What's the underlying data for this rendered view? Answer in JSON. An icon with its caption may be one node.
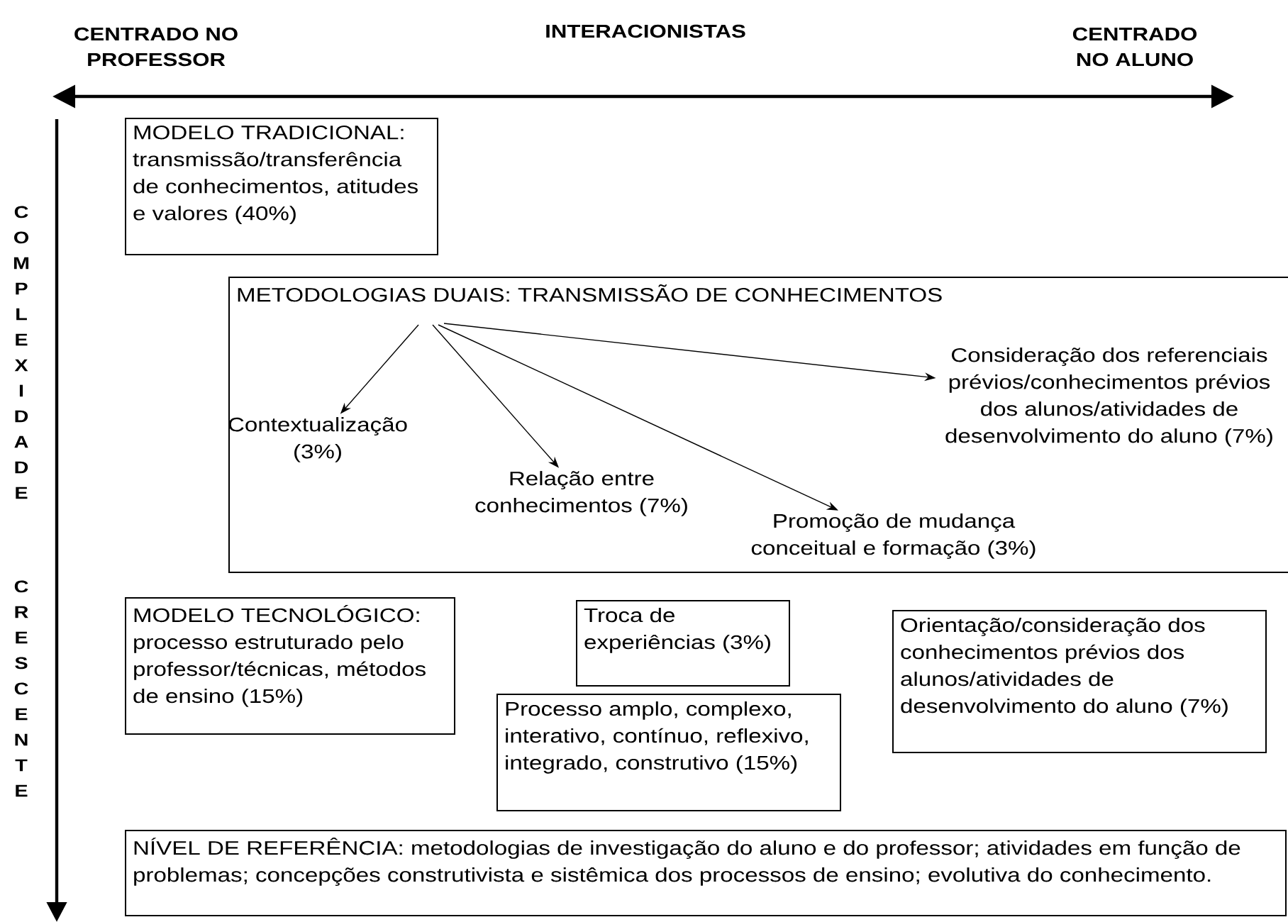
{
  "diagram": {
    "nodes": [
      {
        "text": [
          "MODELO TRADICIONAL:",
          "transmissão/transferência de conhecimentos, atitudes e valores (40%)"
        ]
      },
      {
        "text": [
          "METODOLOGIAS DUAIS: TRANSMISSÃO DE CONHECIMENTOS"
        ]
      },
      {
        "text": [
          "Contextualização (3%)"
        ],
        "in": 1
      },
      {
        "text": [
          "Relação entre conhecimentos (7%)"
        ],
        "in": 1
      },
      {
        "text": [
          "Promoção de mudança conceitual e formação (3%)"
        ],
        "in": 1
      },
      {
        "text": [
          "Consideração dos referenciais prévios/conhecimentos prévios dos alunos/atividades de desenvolvimento do aluno (7%)"
        ],
        "in": 1
      },
      {
        "text": [
          "MODELO TECNOLÓGICO:",
          "processo estruturado pelo professor/técnicas, métodos de ensino (15%)"
        ]
      },
      {
        "text": [
          "Troca de experiências (3%)"
        ]
      },
      {
        "text": [
          "Processo amplo, complexo, interativo, contínuo, reflexivo, integrado, construtivo (15%)"
        ]
      },
      {
        "text": [
          "Orientação/consideração dos conhecimentos prévios dos alunos/atividades de desenvolvimento do aluno (7%)"
        ]
      },
      {
        "text": [
          "NÍVEL DE REFERÊNCIA: metodologias de investigação do aluno e do professor; atividades em função de problemas; concepções construtivista e sistêmica dos processos de ensino; evolutiva do conhecimento."
        ]
      }
    ],
    "edges": [
      {
        "from": 1,
        "to": 2,
        "arrow": "to"
      },
      {
        "from": 1,
        "to": 3,
        "arrow": "to"
      },
      {
        "from": 1,
        "to": 4,
        "arrow": "to"
      },
      {
        "from": 1,
        "to": 5,
        "arrow": "to"
      }
    ],
    "labels": [
      "CENTRADO NO PROFESSOR",
      "INTERACIONISTAS",
      "CENTRADO NO ALUNO",
      "COMPLEXIDADE",
      "CRESCENTE"
    ]
  }
}
